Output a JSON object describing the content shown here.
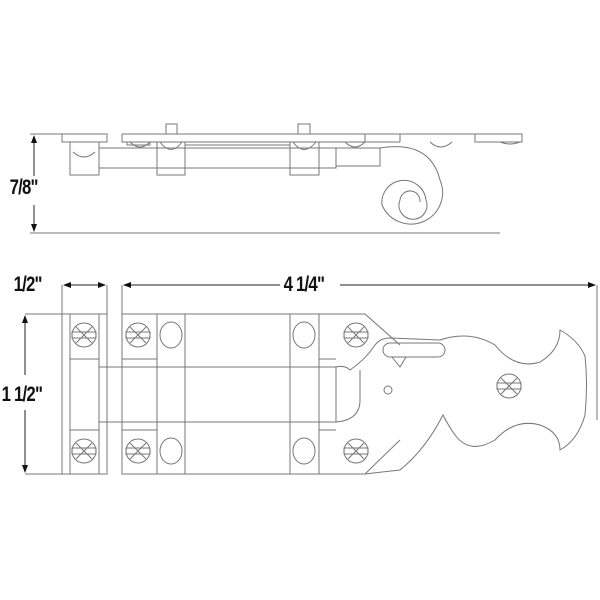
{
  "dimensions": {
    "depth": "7/8\"",
    "strike_width": "1/2\"",
    "bolt_length": "4 1/4\"",
    "height": "1 1/2\""
  },
  "colors": {
    "line": "#777777",
    "dimension": "#222222"
  }
}
